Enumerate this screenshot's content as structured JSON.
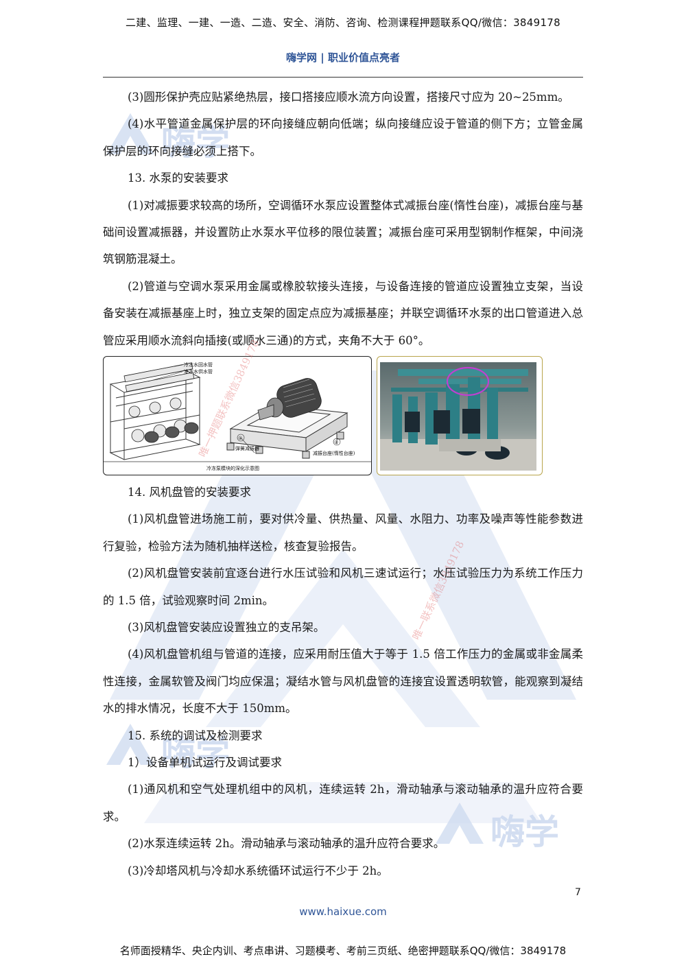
{
  "header": {
    "top_line": "二建、监理、一建、一造、二造、安全、消防、咨询、检测课程押题联系QQ/微信：3849178",
    "subtitle": "嗨学网 | 职业价值点亮者"
  },
  "watermark": {
    "brand": "嗨学",
    "diagonal_text_1": "唯一押题联系微信3849178",
    "diagonal_text_2": "唯一联系微信3849178"
  },
  "content": {
    "block1": [
      "(3)圆形保护壳应贴紧绝热层，接口搭接应顺水流方向设置，搭接尺寸应为 20~25mm。",
      "(4)水平管道金属保护层的环向接缝应朝向低端；纵向接缝应设于管道的侧下方；立管金属保护层的环向接缝必须上搭下。",
      "13. 水泵的安装要求",
      "(1)对减振要求较高的场所，空调循环水泵应设置整体式减振台座(惰性台座)，减振台座与基础间设置减振器，并设置防止水泵水平位移的限位装置；减振台座可采用型钢制作框架，中间浇筑钢筋混凝土。",
      "(2)管道与空调水泵采用金属或橡胶软接头连接，与设备连接的管道应设置独立支架，当设备安装在减振基座上时，独立支架的固定点应为减振基座；并联空调循环水泵的出口管道进入总管应采用顺水流斜向插接(或顺水三通)的方式，夹角不大于 60°。"
    ],
    "block2": [
      "14. 风机盘管的安装要求",
      "(1)风机盘管进场施工前，要对供冷量、供热量、风量、水阻力、功率及噪声等性能参数进行复验，检验方法为随机抽样送检，核查复验报告。",
      "(2)风机盘管安装前宜逐台进行水压试验和风机三速试运行；水压试验压力为系统工作压力的 1.5 倍，试验观察时间 2min。",
      "(3)风机盘管安装应设置独立的支吊架。",
      "(4)风机盘管机组与管道的连接，应采用耐压值大于等于 1.5 倍工作压力的金属或非金属柔性连接，金属软管及阀门均应保温；凝结水管与风机盘管的连接宜设置透明软管，能观察到凝结水的排水情况，长度不大于 150mm。",
      "15. 系统的调试及检测要求",
      "1）设备单机试运行及调试要求",
      "(1)通风机和空气处理机组中的风机，连续运转 2h，滑动轴承与滚动轴承的温升应符合要求。",
      "(2)水泵连续运转 2h。滑动轴承与滚动轴承的温升应符合要求。",
      "(3)冷却塔风机与冷却水系统循环试运行不少于 2h。"
    ]
  },
  "figure_left": {
    "label_return": "冷冻水回水管",
    "label_supply": "冷冻水供水管",
    "callout_1_num": "①",
    "callout_1_text": "弹簧减振器",
    "callout_2_num": "②",
    "callout_2_text": "减振台座(惰性台座)",
    "caption": "冷冻泵模块的深化示意图"
  },
  "footer": {
    "page_number": "7",
    "url": "www.haixue.com",
    "bottom_line": "名师面授精华、央企内训、考点串讲、习题模考、考前三页纸、绝密押题联系QQ/微信：3849178"
  },
  "colors": {
    "brand_blue": "#2f5597",
    "watermark_blue": "#c9d7ee"
  }
}
